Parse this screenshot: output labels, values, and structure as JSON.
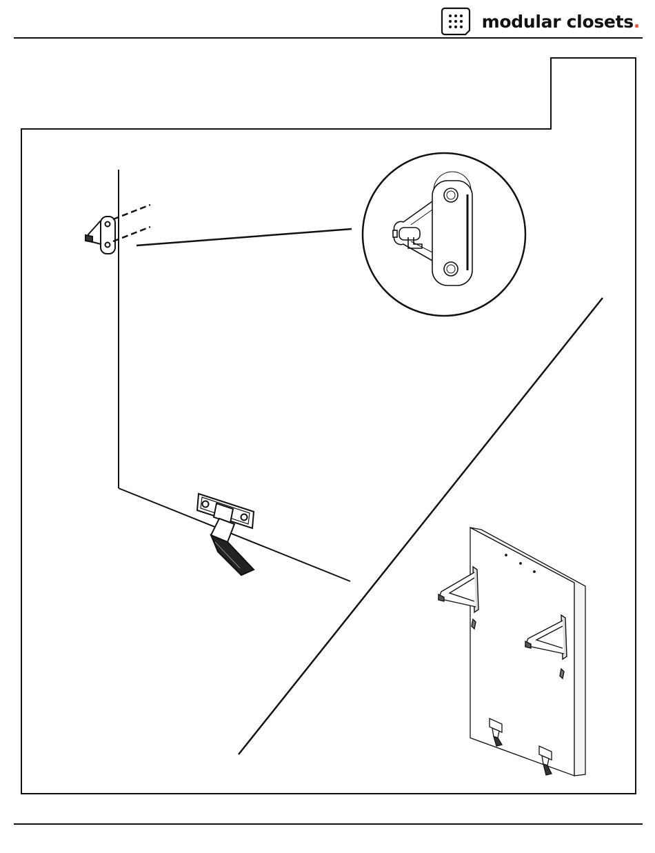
{
  "brand": {
    "name": "modular closets",
    "dot": ".",
    "logo_icon": "keypad-grid-icon",
    "accent_color": "#e5533d"
  },
  "instruction_text": "",
  "illustrations": {
    "hinge_install": "hinge-mounting-detail",
    "clip_detail": "door-clip-magnified-detail",
    "door_panel": "door-panel-with-hinges-overview"
  }
}
